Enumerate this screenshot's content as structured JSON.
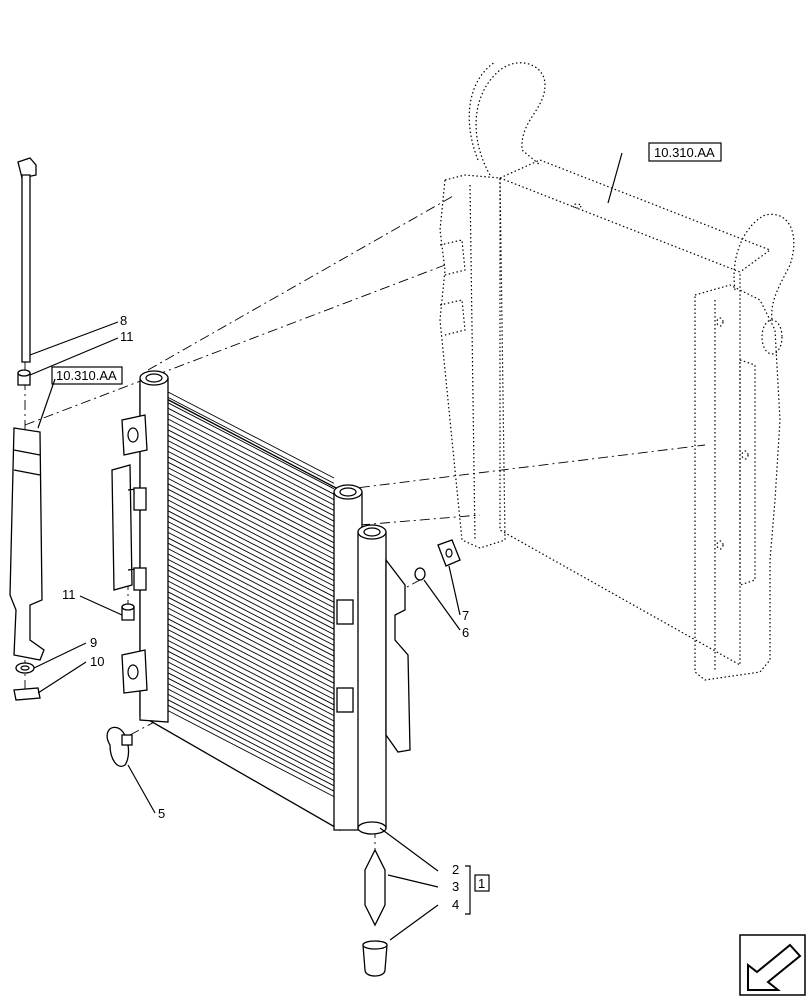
{
  "callouts": {
    "8": "8",
    "11a": "11",
    "11b": "11",
    "9": "9",
    "10": "10",
    "5": "5",
    "7": "7",
    "6": "6",
    "2": "2",
    "3": "3",
    "4": "4",
    "group": "1"
  },
  "refs": {
    "top": "10.310.AA",
    "left": "10.310.AA"
  },
  "icons": [
    "arrow-icon"
  ]
}
